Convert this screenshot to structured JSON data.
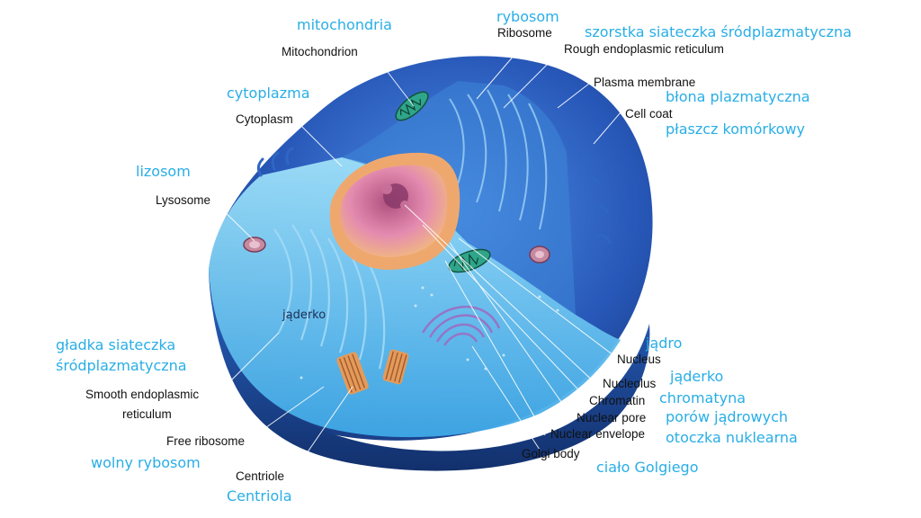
{
  "colors": {
    "polish_label": "#29aee6",
    "english_label": "#111111",
    "cell_dark": "#1b3f8c",
    "cell_mid": "#2f6fd0",
    "cytoplasm_light": "#6cc8f0",
    "nucleus_pink": "#d86e9c",
    "nucleus_orange": "#e7a56a",
    "leader_line": "#ffffff"
  },
  "labels": {
    "mitochondria_pl": "mitochondria",
    "mitochondrion_en": "Mitochondrion",
    "rybosom_pl": "rybosom",
    "ribosome_en": "Ribosome",
    "rough_er_pl": "szorstka siateczka śródplazmatyczna",
    "rough_er_en": "Rough endoplasmic reticulum",
    "plasma_membrane_en": "Plasma membrane",
    "plasma_membrane_pl": "błona plazmatyczna",
    "cell_coat_en": "Cell coat",
    "cell_coat_pl": "płaszcz komórkowy",
    "cytoplazma_pl": "cytoplazma",
    "cytoplasm_en": "Cytoplasm",
    "lizosom_pl": "lizosom",
    "lysosome_en": "Lysosome",
    "smooth_er_pl_1": "gładka siateczka",
    "smooth_er_pl_2": "śródplazmatyczna",
    "smooth_er_en_1": "Smooth endoplasmic",
    "smooth_er_en_2": "reticulum",
    "free_ribosome_en": "Free ribosome",
    "free_ribosome_pl": "wolny rybosom",
    "centriole_en": "Centriole",
    "centriole_pl": "Centriola",
    "jadro_pl": "jądro",
    "nucleus_en": "Nucleus",
    "nucleolus_en": "Nucleolus",
    "jaderko_pl": "jąderko",
    "chromatin_en": "Chromatin",
    "chromatyna_pl": "chromatyna",
    "nuclear_pore_en": "Nuclear pore",
    "nuclear_pore_pl": "porów jądrowych",
    "nuclear_envelope_en": "Nuclear envelope",
    "nuclear_envelope_pl": "otoczka nuklearna",
    "golgi_en": "Golgi body",
    "golgi_pl": "ciało Golgiego",
    "inner_jaderko": "jąderko"
  }
}
